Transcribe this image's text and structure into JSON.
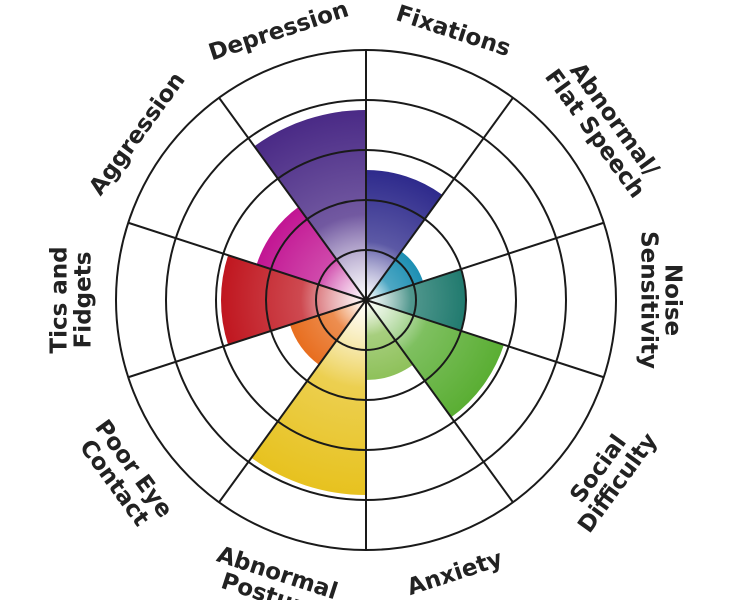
{
  "chart_data": {
    "type": "polar-area",
    "rings": 5,
    "r_max": 5,
    "start_direction": "top",
    "direction": "clockwise",
    "segments": [
      {
        "label": [
          "Fixations"
        ],
        "value": 2.6,
        "color": "#2e2a8c"
      },
      {
        "label": [
          "Abnormal/",
          "Flat Speech"
        ],
        "value": 1.2,
        "color": "#1d8fb3"
      },
      {
        "label": [
          "Noise",
          "Sensitivity"
        ],
        "value": 2.0,
        "color": "#207a6e"
      },
      {
        "label": [
          "Social",
          "Difficulty"
        ],
        "value": 2.9,
        "color": "#5aae33"
      },
      {
        "label": [
          "Anxiety"
        ],
        "value": 1.6,
        "color": "#8ec15a"
      },
      {
        "label": [
          "Abnormal",
          "Posture"
        ],
        "value": 3.9,
        "color": "#e7c21f"
      },
      {
        "label": [
          "Poor Eye",
          "Contact"
        ],
        "value": 1.6,
        "color": "#e86e1f"
      },
      {
        "label": [
          "Tics and",
          "Fidgets"
        ],
        "value": 2.9,
        "color": "#c0161f"
      },
      {
        "label": [
          "Aggression"
        ],
        "value": 2.3,
        "color": "#c21593"
      },
      {
        "label": [
          "Depression"
        ],
        "value": 3.8,
        "color": "#4a2a86"
      }
    ]
  }
}
